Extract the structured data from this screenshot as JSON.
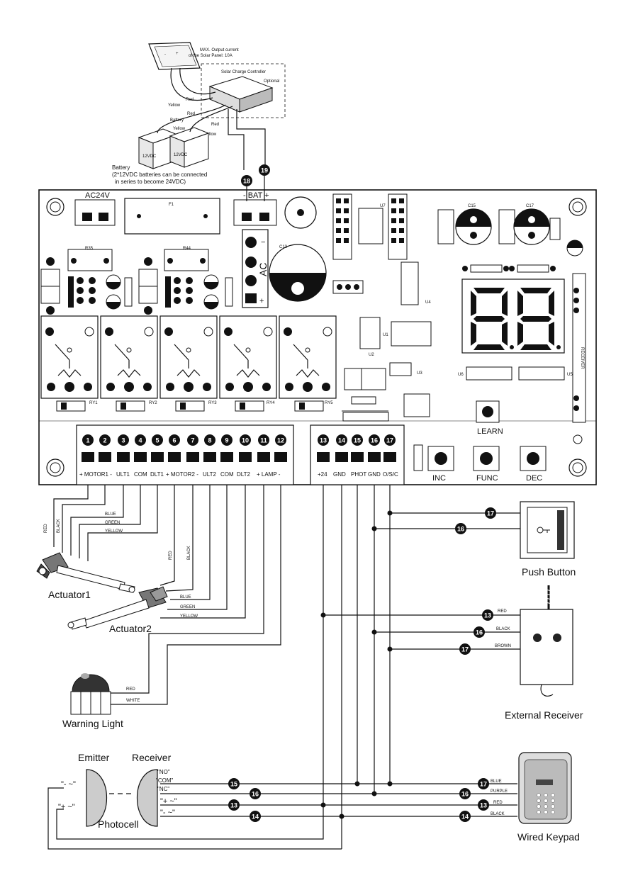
{
  "solar": {
    "panel_note_line1": "MAX. Output current",
    "panel_note_line2": "of the Solar Panel: 10A",
    "controller_title": "Solar Charge Controller",
    "controller_optional": "Optional",
    "wire_red": "Red",
    "wire_yellow": "Yellow",
    "battery_word": "Battery",
    "batt_volt": "12VDC",
    "battery_note_line1": "Battery",
    "battery_note_line2": "(2*12VDC batteries can be connected",
    "battery_note_line3": "in series to become 24VDC)",
    "pos": "+",
    "neg": "-"
  },
  "board": {
    "ac24v_label": "AC24V",
    "bat_label": "- BAT +",
    "ac_label": "AC",
    "fuse_label": "F1",
    "receiver_label": "RECEIVER",
    "relays": [
      "RY1",
      "RY2",
      "RY3",
      "RY4",
      "RY5"
    ],
    "buttons": {
      "learn": "LEARN",
      "inc": "INC",
      "func": "FUNC",
      "dec": "DEC"
    },
    "terminal_numbers_left": [
      "1",
      "2",
      "3",
      "4",
      "5",
      "6",
      "7",
      "8",
      "9",
      "10",
      "11",
      "12"
    ],
    "terminal_numbers_right": [
      "13",
      "14",
      "15",
      "16",
      "17"
    ],
    "bat_terminals": [
      "18",
      "19"
    ],
    "terminal_labels_left": [
      "+ MOTOR1 -",
      "ULT1",
      "COM",
      "DLT1",
      "+ MOTOR2 -",
      "ULT2",
      "COM",
      "DLT2",
      "+  LAMP  -"
    ],
    "terminal_labels_right": [
      "+24",
      "GND",
      "PHOT",
      "GND",
      "O/S/C"
    ],
    "chips": [
      "U1",
      "U2",
      "U3",
      "U4",
      "U5",
      "U6",
      "U7"
    ],
    "caps": [
      "C13",
      "C15",
      "C17"
    ]
  },
  "wiring": {
    "act1_wires": [
      "RED",
      "BLACK",
      "BLUE",
      "GREEN",
      "YELLOW"
    ],
    "act2_wires": [
      "RED",
      "BLACK",
      "BLUE",
      "GREEN",
      "YELLOW"
    ],
    "lamp_wires": [
      "RED",
      "WHITE"
    ],
    "receiver_wires": [
      "RED",
      "BLACK",
      "BROWN"
    ],
    "keypad_wires": [
      "BLUE",
      "PURPLE",
      "RED",
      "BLACK"
    ],
    "photo_rx_terms": [
      "\"NO\"",
      "\"COM\"",
      "\"NC\"",
      "\"+ ~\"",
      "\"- ~\""
    ],
    "photo_tx_terms": [
      "\"- ~\"",
      "\"+ ~\""
    ]
  },
  "devices": {
    "actuator1": "Actuator1",
    "actuator2": "Actuator2",
    "warning_light": "Warning Light",
    "emitter": "Emitter",
    "receiver": "Receiver",
    "photocell": "Photocell",
    "push_button": "Push Button",
    "external_receiver": "External Receiver",
    "wired_keypad": "Wired Keypad"
  },
  "badges": {
    "pushbutton": [
      "17",
      "16"
    ],
    "receiver": [
      "13",
      "16",
      "17"
    ],
    "keypad": [
      "17",
      "16",
      "13",
      "14"
    ],
    "photocell": [
      "15",
      "16",
      "13",
      "14"
    ]
  }
}
